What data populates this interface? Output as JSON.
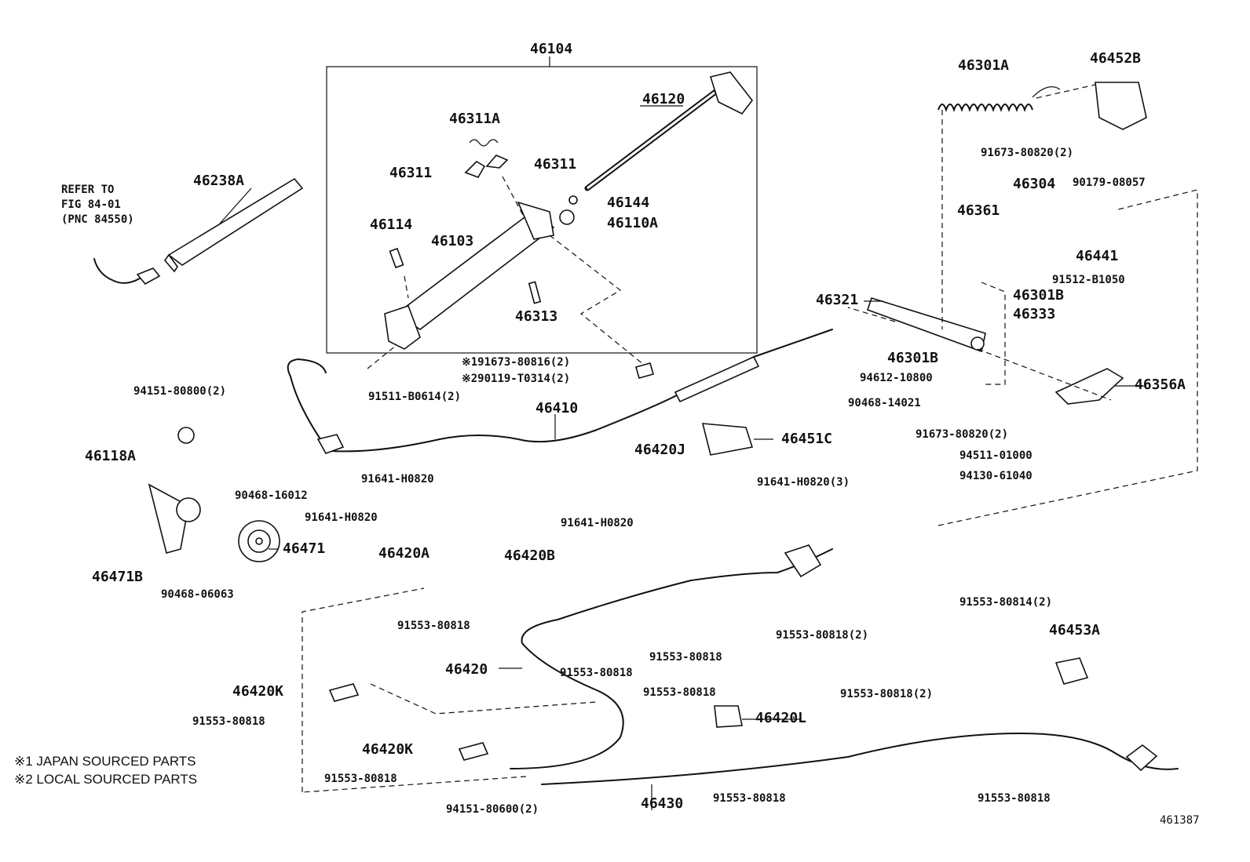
{
  "labels": {
    "p46104": "46104",
    "p46120": "46120",
    "p46311A": "46311A",
    "p46311_left": "46311",
    "p46311_right": "46311",
    "p46144": "46144",
    "p46110A": "46110A",
    "p46114": "46114",
    "p46103": "46103",
    "p46313": "46313",
    "p46238A": "46238A",
    "ref1": "REFER TO",
    "ref2": "FIG 84-01",
    "ref3": "(PNC 84550)",
    "p46301A": "46301A",
    "p46452B": "46452B",
    "p91673_80820_top": "91673-80820(2)",
    "p46304": "46304",
    "p90179_08057": "90179-08057",
    "p46361": "46361",
    "p46441": "46441",
    "p91512_B1050": "91512-B1050",
    "p46321": "46321",
    "p46301B_a": "46301B",
    "p46333": "46333",
    "p46301B_b": "46301B",
    "p94612_10800": "94612-10800",
    "p90468_14021": "90468-14021",
    "p46356A": "46356A",
    "p91673_80820_mid": "91673-80820(2)",
    "p94511_01000": "94511-01000",
    "p94130_61040": "94130-61040",
    "p191673_80816": "※191673-80816(2)",
    "p290119_T0314": "※290119-T0314(2)",
    "p91511_B0614": "91511-B0614(2)",
    "p46410": "46410",
    "p94151_80800": "94151-80800(2)",
    "p46118A": "46118A",
    "p90468_16012": "90468-16012",
    "p46420J": "46420J",
    "p46451C": "46451C",
    "p91641_H0820_a": "91641-H0820",
    "p91641_H0820_3": "91641-H0820(3)",
    "p91641_H0820_b": "91641-H0820",
    "p91641_H0820_c": "91641-H0820",
    "p46471": "46471",
    "p46420A": "46420A",
    "p46420B": "46420B",
    "p46471B": "46471B",
    "p90468_06063": "90468-06063",
    "p91553_80818_a": "91553-80818",
    "p91553_80818_2a": "91553-80818(2)",
    "p91553_80814": "91553-80814(2)",
    "p46453A": "46453A",
    "p46420": "46420",
    "p91553_80818_b": "91553-80818",
    "p91553_80818_c": "91553-80818",
    "p46420K_a": "46420K",
    "p91553_80818_d": "91553-80818",
    "p46420L": "46420L",
    "p91553_80818_2b": "91553-80818(2)",
    "p91553_80818_e": "91553-80818",
    "p46420K_b": "46420K",
    "p91553_80818_f": "91553-80818",
    "p46430": "46430",
    "p91553_80818_g": "91553-80818",
    "p91553_80818_h": "91553-80818",
    "p94151_80600": "94151-80600(2)",
    "note1": "※1 JAPAN SOURCED PARTS",
    "note2": "※2 LOCAL SOURCED PARTS",
    "figno": "461387"
  }
}
